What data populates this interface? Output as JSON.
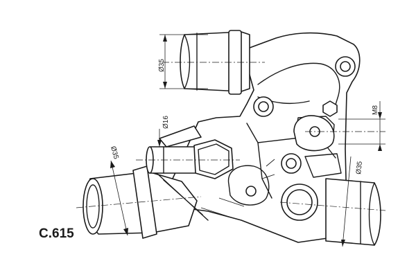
{
  "part_code": "C.615",
  "dimensions": {
    "top_outlet_diameter": "Ø35",
    "bottom_outlet_diameter": "Ø35",
    "left_outlet_diameter": "Ø35",
    "small_pipe_diameter": "Ø16",
    "bolt_thread": "M8"
  }
}
